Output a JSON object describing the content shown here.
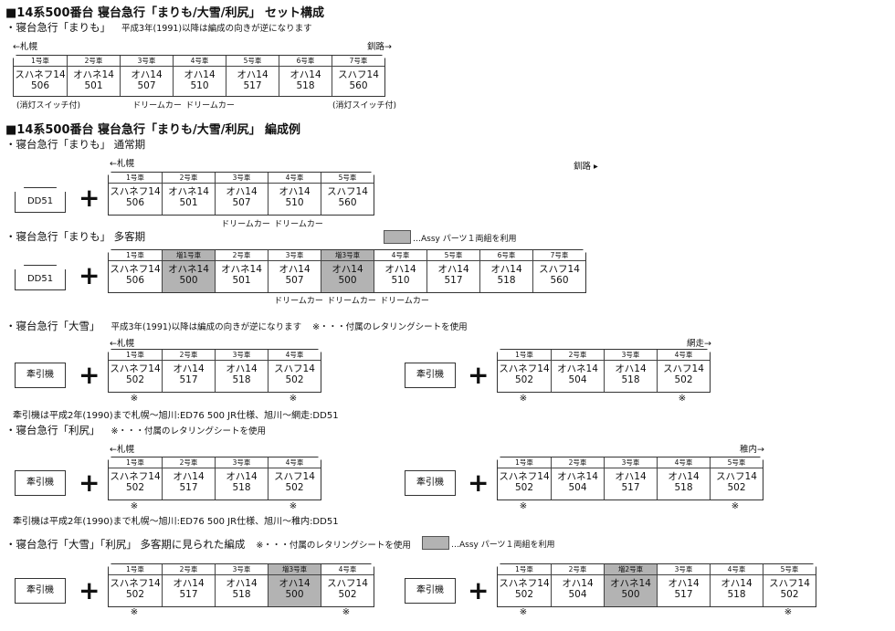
{
  "s1": {
    "title": "■14系500番台 寝台急行「まりも/大雪/利尻」 セット構成",
    "sub": "・寝台急行「まりも」",
    "note": "平成3年(1991)以降は編成の向きが逆になります",
    "left_dir": "←札幌",
    "right_dir": "釧路→",
    "cars": [
      {
        "num": "1号車",
        "name": "スハネフ14",
        "no": "506"
      },
      {
        "num": "2号車",
        "name": "オハネ14",
        "no": "501"
      },
      {
        "num": "3号車",
        "name": "オハ14",
        "no": "507"
      },
      {
        "num": "4号車",
        "name": "オハ14",
        "no": "510"
      },
      {
        "num": "5号車",
        "name": "オハ14",
        "no": "517"
      },
      {
        "num": "6号車",
        "name": "オハ14",
        "no": "518"
      },
      {
        "num": "7号車",
        "name": "スハフ14",
        "no": "560"
      }
    ],
    "switch_left": "(消灯スイッチ付)",
    "switch_right": "(消灯スイッチ付)",
    "dream1": "ドリームカー",
    "dream2": "ドリームカー"
  },
  "s2": {
    "title": "■14系500番台 寝台急行「まりも/大雪/利尻」 編成例",
    "normal": {
      "sub": "・寝台急行「まりも」 通常期",
      "left_dir": "←札幌",
      "right_dir": "釧路 ▸",
      "loco": "DD51",
      "plus": "+",
      "cars": [
        {
          "num": "1号車",
          "name": "スハネフ14",
          "no": "506"
        },
        {
          "num": "2号車",
          "name": "オハネ14",
          "no": "501"
        },
        {
          "num": "3号車",
          "name": "オハ14",
          "no": "507"
        },
        {
          "num": "4号車",
          "name": "オハ14",
          "no": "510"
        },
        {
          "num": "5号車",
          "name": "スハフ14",
          "no": "560"
        }
      ],
      "dream1": "ドリームカー",
      "dream2": "ドリームカー"
    },
    "busy": {
      "sub": "・寝台急行「まりも」 多客期",
      "legend": "…Assy パーツ１両組を利用",
      "loco": "DD51",
      "plus": "+",
      "cars": [
        {
          "num": "1号車",
          "name": "スハネフ14",
          "no": "506"
        },
        {
          "num": "増1号車",
          "name": "オハネ14",
          "no": "500",
          "hl": true
        },
        {
          "num": "2号車",
          "name": "オハネ14",
          "no": "501"
        },
        {
          "num": "3号車",
          "name": "オハ14",
          "no": "507"
        },
        {
          "num": "増3号車",
          "name": "オハ14",
          "no": "500",
          "hl": true
        },
        {
          "num": "4号車",
          "name": "オハ14",
          "no": "510"
        },
        {
          "num": "5号車",
          "name": "オハ14",
          "no": "517"
        },
        {
          "num": "6号車",
          "name": "オハ14",
          "no": "518"
        },
        {
          "num": "7号車",
          "name": "スハフ14",
          "no": "560"
        }
      ],
      "dream1": "ドリームカー",
      "dream2": "ドリームカー",
      "dream3": "ドリームカー"
    }
  },
  "taisetsu": {
    "sub": "・寝台急行「大雪」",
    "note": "平成3年(1991)以降は編成の向きが逆になります",
    "note2": "※・・・付属のレタリングシートを使用",
    "left_dir": "←札幌",
    "right_dir": "網走→",
    "loco": "牽引機",
    "plus": "+",
    "cars_a": [
      {
        "num": "1号車",
        "name": "スハネフ14",
        "no": "502"
      },
      {
        "num": "2号車",
        "name": "オハ14",
        "no": "517"
      },
      {
        "num": "3号車",
        "name": "オハ14",
        "no": "518"
      },
      {
        "num": "4号車",
        "name": "スハフ14",
        "no": "502"
      }
    ],
    "cars_b": [
      {
        "num": "1号車",
        "name": "スハネフ14",
        "no": "502"
      },
      {
        "num": "2号車",
        "name": "オハネ14",
        "no": "504"
      },
      {
        "num": "3号車",
        "name": "オハ14",
        "no": "518"
      },
      {
        "num": "4号車",
        "name": "スハフ14",
        "no": "502"
      }
    ],
    "mark": "※",
    "footnote": "牽引機は平成2年(1990)まで札幌〜旭川:ED76 500 JR仕様、旭川〜網走:DD51"
  },
  "rishiri": {
    "sub": "・寝台急行「利尻」",
    "note": "※・・・付属のレタリングシートを使用",
    "left_dir": "←札幌",
    "right_dir": "稚内→",
    "loco": "牽引機",
    "plus": "+",
    "cars_a": [
      {
        "num": "1号車",
        "name": "スハネフ14",
        "no": "502"
      },
      {
        "num": "2号車",
        "name": "オハ14",
        "no": "517"
      },
      {
        "num": "3号車",
        "name": "オハ14",
        "no": "518"
      },
      {
        "num": "4号車",
        "name": "スハフ14",
        "no": "502"
      }
    ],
    "cars_b": [
      {
        "num": "1号車",
        "name": "スハネフ14",
        "no": "502"
      },
      {
        "num": "2号車",
        "name": "オハネ14",
        "no": "504"
      },
      {
        "num": "3号車",
        "name": "オハ14",
        "no": "517"
      },
      {
        "num": "4号車",
        "name": "オハ14",
        "no": "518"
      },
      {
        "num": "5号車",
        "name": "スハフ14",
        "no": "502"
      }
    ],
    "mark": "※",
    "footnote": "牽引機は平成2年(1990)まで札幌〜旭川:ED76 500 JR仕様、旭川〜稚内:DD51"
  },
  "combo": {
    "sub": "・寝台急行「大雪」「利尻」 多客期に見られた編成",
    "note": "※・・・付属のレタリングシートを使用",
    "legend": "…Assy パーツ１両組を利用",
    "loco": "牽引機",
    "plus": "+",
    "cars_a": [
      {
        "num": "1号車",
        "name": "スハネフ14",
        "no": "502"
      },
      {
        "num": "2号車",
        "name": "オハ14",
        "no": "517"
      },
      {
        "num": "3号車",
        "name": "オハ14",
        "no": "518"
      },
      {
        "num": "増3号車",
        "name": "オハ14",
        "no": "500",
        "hl": true
      },
      {
        "num": "4号車",
        "name": "スハフ14",
        "no": "502"
      }
    ],
    "cars_b": [
      {
        "num": "1号車",
        "name": "スハネフ14",
        "no": "502"
      },
      {
        "num": "2号車",
        "name": "オハ14",
        "no": "504"
      },
      {
        "num": "増2号車",
        "name": "オハネ14",
        "no": "500",
        "hl": true
      },
      {
        "num": "3号車",
        "name": "オハ14",
        "no": "517"
      },
      {
        "num": "4号車",
        "name": "オハ14",
        "no": "518"
      },
      {
        "num": "5号車",
        "name": "スハフ14",
        "no": "502"
      }
    ],
    "mark": "※"
  }
}
